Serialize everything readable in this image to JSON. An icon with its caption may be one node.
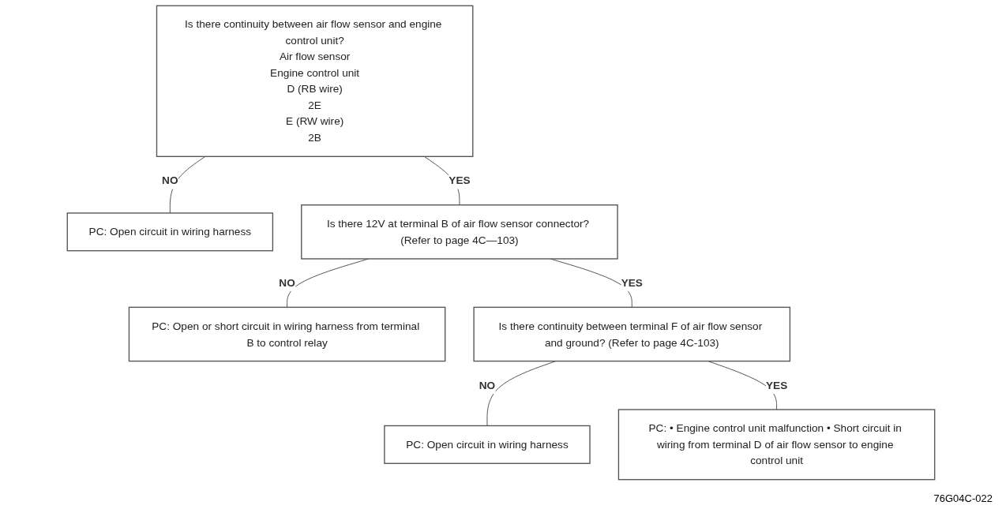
{
  "diagram": {
    "nodes": [
      {
        "text": [
          "Is there continuity between air flow sensor and engine control unit?",
          "Air flow sensor",
          "Engine control unit",
          "D (RB wire)",
          "2E",
          "E (RW wire)",
          "2B"
        ]
      },
      {
        "text": [
          "PC: Open circuit in wiring harness"
        ]
      },
      {
        "text": [
          "Is there 12V at terminal B of air flow sensor connector? (Refer to page 4C—103)"
        ]
      },
      {
        "text": [
          "PC: Open or short circuit in wiring harness from terminal B to control relay"
        ]
      },
      {
        "text": [
          "Is there continuity between terminal F of air flow sensor and ground? (Refer to page 4C-103)"
        ]
      },
      {
        "text": [
          "PC: Open circuit in wiring harness"
        ]
      },
      {
        "text": [
          "PC: • Engine control unit malfunction • Short circuit in wiring from terminal D of air flow sensor to engine control unit"
        ]
      }
    ],
    "edges": [
      {
        "from": 0,
        "to": 1,
        "arrow": "none",
        "label": "NO"
      },
      {
        "from": 0,
        "to": 2,
        "arrow": "none",
        "label": "YES"
      },
      {
        "from": 2,
        "to": 3,
        "arrow": "none",
        "label": "NO"
      },
      {
        "from": 2,
        "to": 4,
        "arrow": "none",
        "label": "YES"
      },
      {
        "from": 4,
        "to": 5,
        "arrow": "none",
        "label": "NO"
      },
      {
        "from": 4,
        "to": 6,
        "arrow": "none",
        "label": "YES"
      }
    ],
    "labels": [
      "76G04C-022"
    ]
  }
}
